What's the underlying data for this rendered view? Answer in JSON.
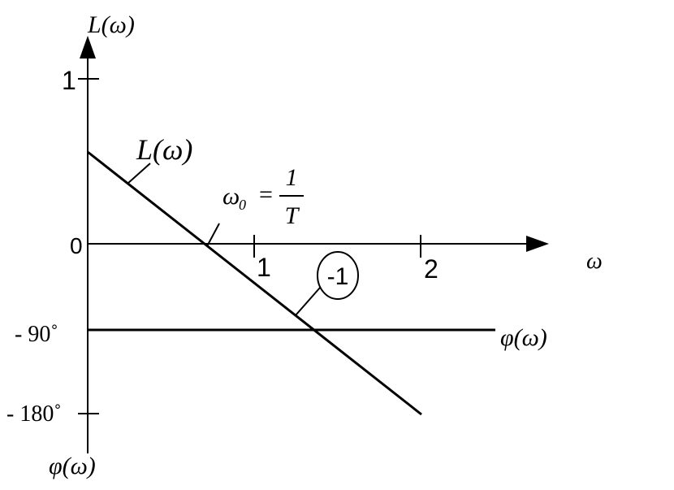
{
  "axes": {
    "y_label": "L(ω)",
    "y_label_bottom": "φ(ω)",
    "x_label": "ω",
    "tick_y_one": "1",
    "tick_y_zero": "0",
    "tick_y_minus90": "- 90˚",
    "tick_y_minus180": "- 180˚",
    "tick_x_one": "1",
    "tick_x_two": "2"
  },
  "curves": {
    "magnitude_label": "L(ω)",
    "phase_label": "φ(ω)",
    "slope_label": "-1"
  },
  "annotation": {
    "crossover_symbol": "ω",
    "crossover_subscript": "0",
    "equals": "=",
    "numerator": "1",
    "denominator": "T"
  },
  "colors": {
    "ink": "#000000",
    "background": "#ffffff"
  }
}
